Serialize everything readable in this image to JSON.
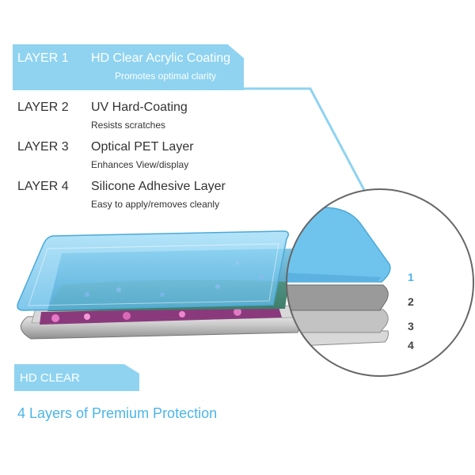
{
  "layers": [
    {
      "number": "LAYER 1",
      "name": "HD Clear Acrylic Coating",
      "description": "Promotes optimal clarity"
    },
    {
      "number": "LAYER 2",
      "name": "UV Hard-Coating",
      "description": "Resists scratches"
    },
    {
      "number": "LAYER 3",
      "name": "Optical PET Layer",
      "description": "Enhances View/display"
    },
    {
      "number": "LAYER 4",
      "name": "Silicone Adhesive Layer",
      "description": "Easy to apply/removes cleanly"
    }
  ],
  "zoom_labels": [
    "1",
    "2",
    "3",
    "4"
  ],
  "badge": {
    "label": "HD CLEAR"
  },
  "tagline": "4 Layers of Premium Protection",
  "colors": {
    "accent": "#8fd3f1",
    "accent_text": "#4cb5e8",
    "film": "#6fc4ee"
  }
}
